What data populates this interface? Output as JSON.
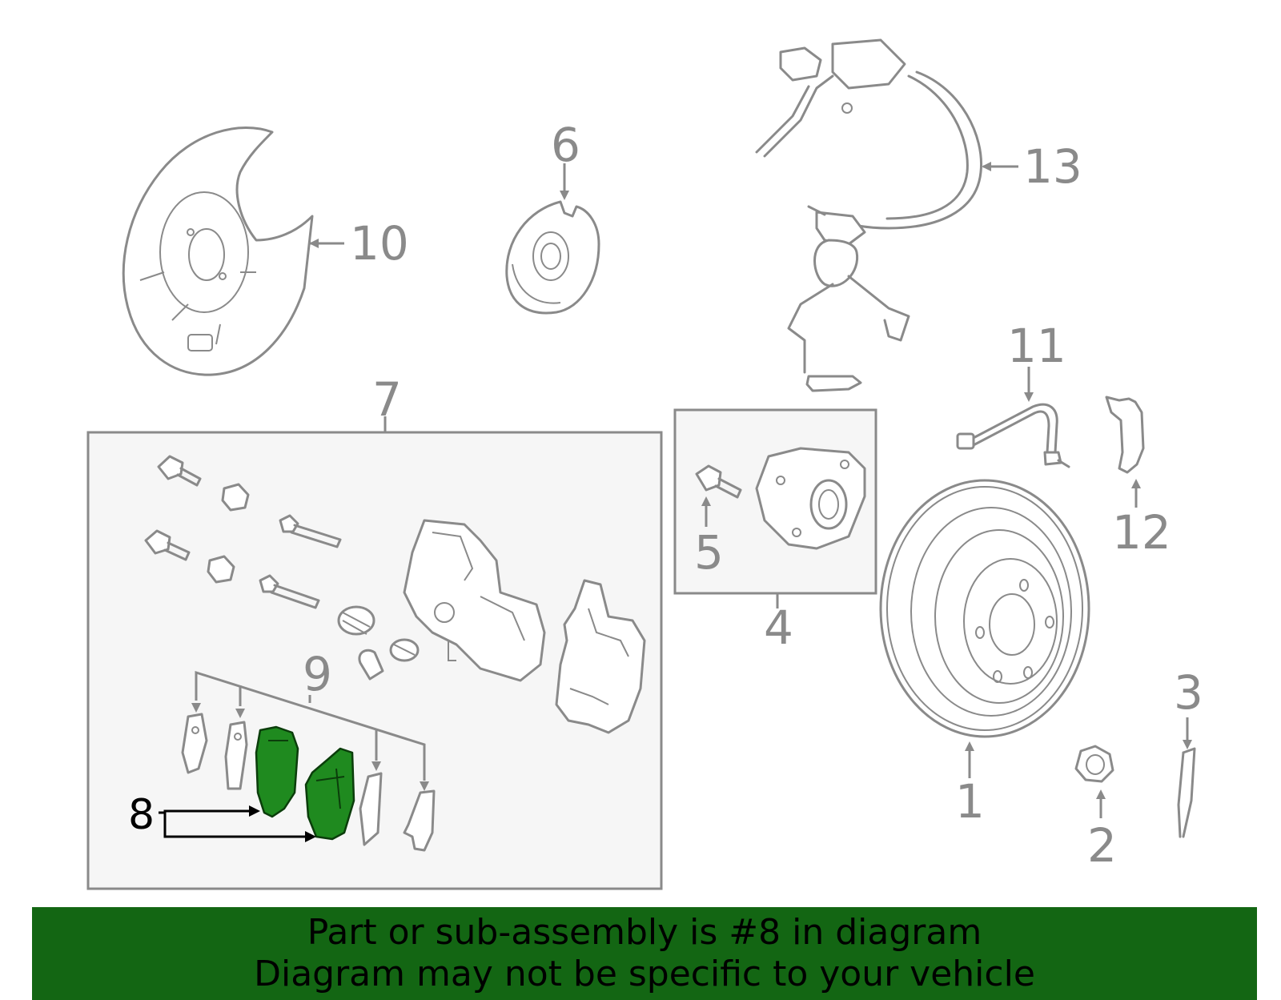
{
  "callouts": {
    "c1": "1",
    "c2": "2",
    "c3": "3",
    "c4": "4",
    "c5": "5",
    "c6": "6",
    "c7": "7",
    "c8": "8",
    "c9": "9",
    "c10": "10",
    "c11": "11",
    "c12": "12",
    "c13": "13"
  },
  "banner": {
    "line1": "Part or sub-assembly is #8 in diagram",
    "line2": "Diagram may not be specific to your vehicle"
  },
  "colors": {
    "highlight": "#136613",
    "line_art": "#8a8a8a",
    "banner_background": "#136613"
  }
}
